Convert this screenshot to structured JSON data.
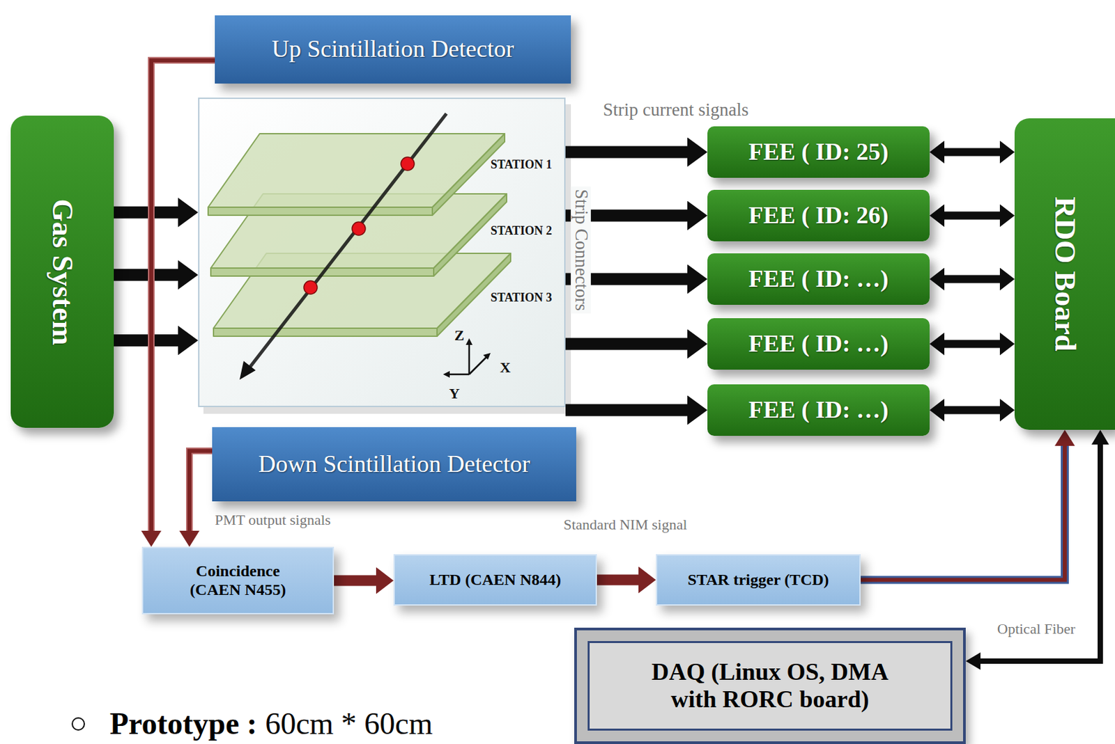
{
  "diagram": {
    "nodes": [
      {
        "text": [
          "Up Scintillation Detector"
        ]
      },
      {
        "text": [
          "Gas System"
        ]
      },
      {
        "text": [
          "STATION 1",
          "STATION 2",
          "STATION 3",
          "Z",
          "X",
          "Y"
        ]
      },
      {
        "text": [
          "FEE ( ID: 25)"
        ]
      },
      {
        "text": [
          "FEE ( ID: 26)"
        ]
      },
      {
        "text": [
          "FEE ( ID: …)"
        ]
      },
      {
        "text": [
          "FEE ( ID: …)"
        ]
      },
      {
        "text": [
          "FEE ( ID: …)"
        ]
      },
      {
        "text": [
          "RDO Board"
        ]
      },
      {
        "text": [
          "Down Scintillation Detector"
        ]
      },
      {
        "text": [
          "Coincidence (CAEN N455)"
        ]
      },
      {
        "text": [
          "LTD (CAEN N844)"
        ]
      },
      {
        "text": [
          "STAR trigger (TCD)"
        ]
      },
      {
        "text": [
          "DAQ (Linux OS, DMA with RORC board)"
        ]
      }
    ],
    "edges": [
      {
        "from": 1,
        "to": 2,
        "arrow": "to"
      },
      {
        "from": 1,
        "to": 2,
        "arrow": "to"
      },
      {
        "from": 1,
        "to": 2,
        "arrow": "to"
      },
      {
        "from": 2,
        "to": 3,
        "arrow": "to"
      },
      {
        "from": 2,
        "to": 4,
        "arrow": "to"
      },
      {
        "from": 2,
        "to": 5,
        "arrow": "to"
      },
      {
        "from": 2,
        "to": 6,
        "arrow": "to"
      },
      {
        "from": 2,
        "to": 7,
        "arrow": "to"
      },
      {
        "from": 3,
        "to": 8,
        "arrow": "both"
      },
      {
        "from": 4,
        "to": 8,
        "arrow": "both"
      },
      {
        "from": 5,
        "to": 8,
        "arrow": "both"
      },
      {
        "from": 6,
        "to": 8,
        "arrow": "both"
      },
      {
        "from": 7,
        "to": 8,
        "arrow": "both"
      },
      {
        "from": 0,
        "to": 10,
        "arrow": "to"
      },
      {
        "from": 9,
        "to": 10,
        "arrow": "to"
      },
      {
        "from": 10,
        "to": 11,
        "arrow": "to"
      },
      {
        "from": 11,
        "to": 12,
        "arrow": "to"
      },
      {
        "from": 12,
        "to": 8,
        "arrow": "to"
      },
      {
        "from": 8,
        "to": 13,
        "label": "Optical Fiber",
        "arrow": "both"
      }
    ],
    "labels": [
      "Strip current signals",
      "Strip Connectors",
      "PMT output signals",
      "Standard NIM signal",
      "Prototype :",
      "60cm * 60cm"
    ]
  }
}
